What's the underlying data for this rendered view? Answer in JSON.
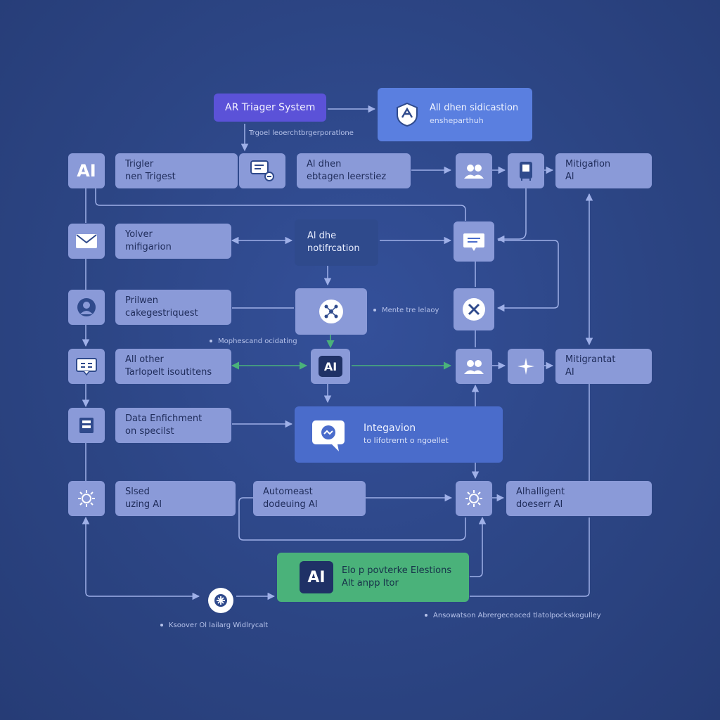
{
  "diagram": {
    "top": {
      "trigger_system": "AR Triager System",
      "trigger_note": "Trgoel leoerchtbrgerporatlone",
      "notification_line1": "All dhen sidicastion",
      "notification_line2": "ensheparthuh"
    },
    "row1": {
      "ai_label": "AI",
      "trigger_line1": "Trigler",
      "trigger_line2": "nen Trigest",
      "ai_dhen_line1": "Al dhen",
      "ai_dhen_line2": "ebtagen leerstiez",
      "mitigation_line1": "Mitigafion",
      "mitigation_line2": "Al"
    },
    "row2": {
      "yolver_line1": "Yolver",
      "yolver_line2": "mifigarion",
      "center_line1": "Al dhe",
      "center_line2": "notifrcation"
    },
    "row3": {
      "prilwen_line1": "Prilwen",
      "prilwen_line2": "cakegestriquest",
      "right_note": "Mente tre lelaoy",
      "left_note": "Mophescand ocidating"
    },
    "row4": {
      "ai_other_line1": "All other",
      "ai_other_line2": "Tarlopelt isoutitens",
      "center_ai": "AI",
      "mitigrant_line1": "Mitigrantat",
      "mitigrant_line2": "AI"
    },
    "row5": {
      "data_line1": "Data Enfichment",
      "data_line2": "on specilst",
      "integration_line1": "Integavion",
      "integration_line2": "to Iifotrernt o ngoellet"
    },
    "row6": {
      "sised_line1": "Slsed",
      "sised_line2": "uzing AI",
      "automeast_line1": "Automeast",
      "automeast_line2": "dodeuing AI",
      "alhalligent_line1": "Alhalligent",
      "alhalligent_line2": "doeserr AI"
    },
    "bottom": {
      "ai_label": "AI",
      "green_line1": "Elo p povterke Elestions",
      "green_line2": "Alt anpp Itor",
      "left_note": "Ksoover Ol lailarg Widlrycalt",
      "right_note": "Ansowatson Abrergeceaced tlatolpockskogulley"
    }
  },
  "colors": {
    "background": "#2c4584",
    "node": "#8a9ad8",
    "dark_node": "#2f4a8c",
    "mid_node": "#4a6ccb",
    "accent_green": "#4ab27a",
    "accent_purple": "#5b52d8",
    "connector": "#9fb0e8"
  }
}
